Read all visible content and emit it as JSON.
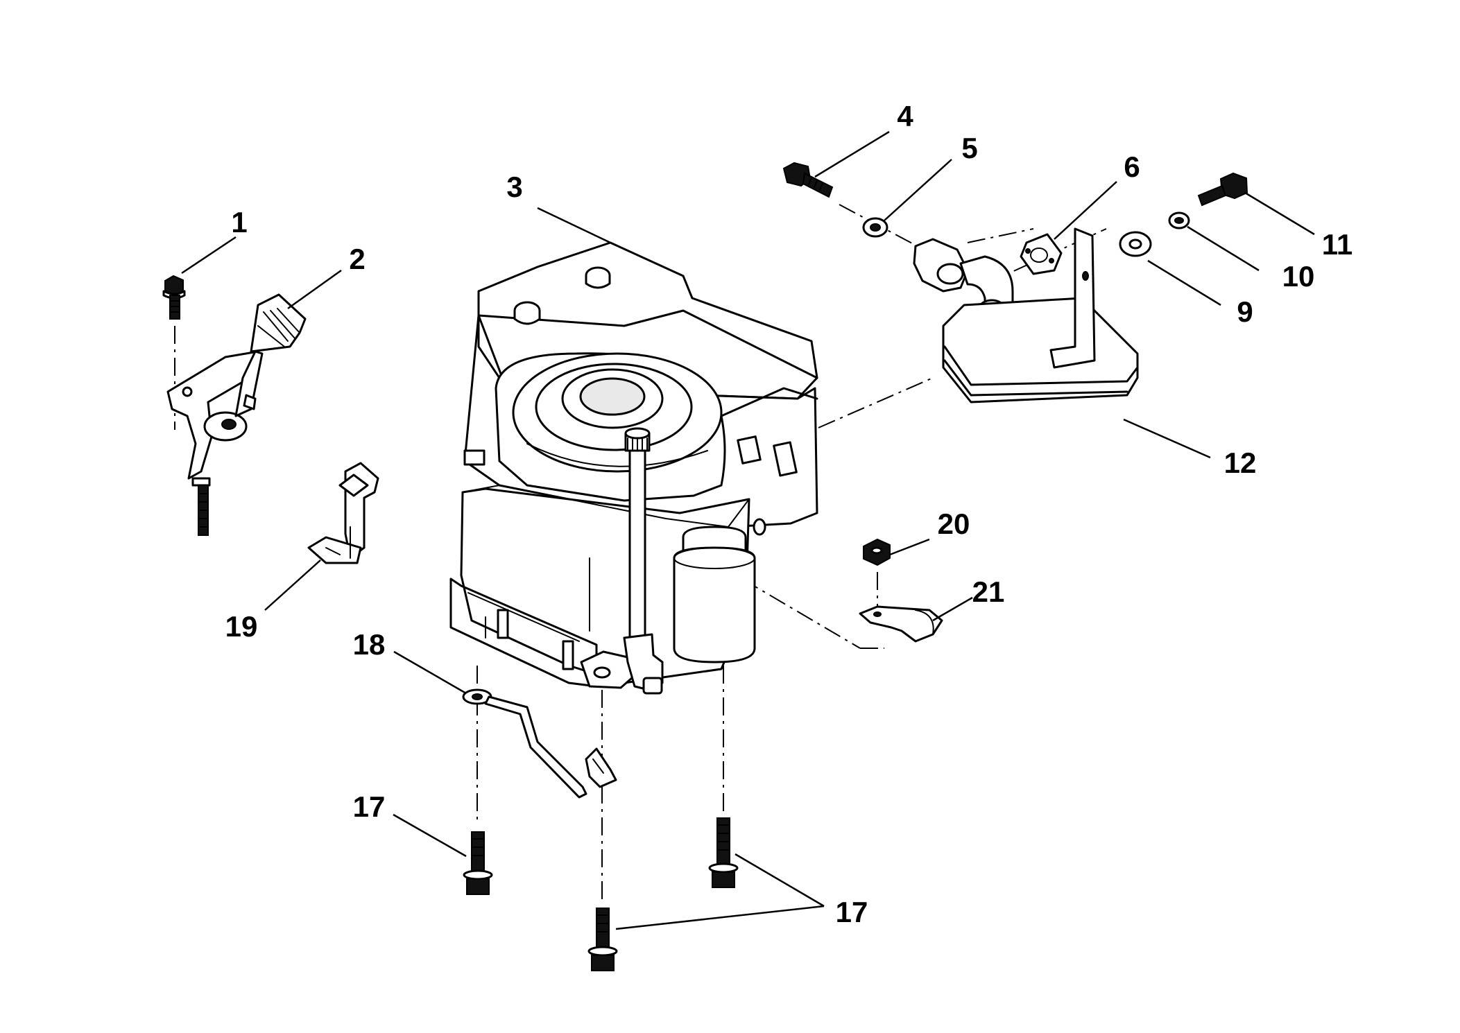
{
  "callouts": {
    "c1": "1",
    "c2": "2",
    "c3": "3",
    "c4": "4",
    "c5": "5",
    "c6": "6",
    "c9": "9",
    "c10": "10",
    "c11": "11",
    "c12": "12",
    "c17a": "17",
    "c17b": "17",
    "c18": "18",
    "c19": "19",
    "c20": "20",
    "c21": "21"
  }
}
